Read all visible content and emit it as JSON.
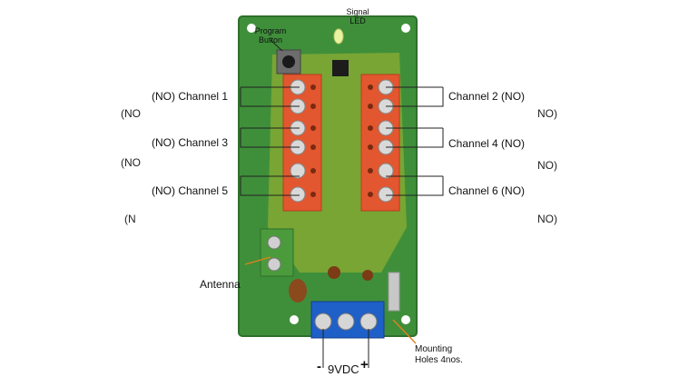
{
  "labels": {
    "channel_1": "(NO) Channel  1",
    "channel_2": "Channel  2 (NO)",
    "channel_3": "(NO) Channel  3",
    "channel_4": "Channel  4 (NO)",
    "channel_5": "(NO) Channel  5",
    "channel_6": "Channel  6 (NO)",
    "program_line1": "Program",
    "program_line2": "Button",
    "signal_line1": "Signal",
    "signal_line2": "LED",
    "antenna": "Antenna",
    "power": "9VDC",
    "minus": "-",
    "plus": "+",
    "mounting_line1": "Mounting",
    "mounting_line2": "Holes 4nos."
  },
  "ghost_text": {
    "left": [
      "(NO",
      "(NO",
      "(N"
    ],
    "right": [
      "NO)",
      "NO)",
      "NO)"
    ]
  },
  "colors": {
    "pcb_green": "#3f8f3a",
    "terminal_orange": "#e2572f",
    "terminal_blue": "#1f5fc8",
    "terminal_green": "#4b9b3c",
    "leader_orange": "#e08020"
  }
}
